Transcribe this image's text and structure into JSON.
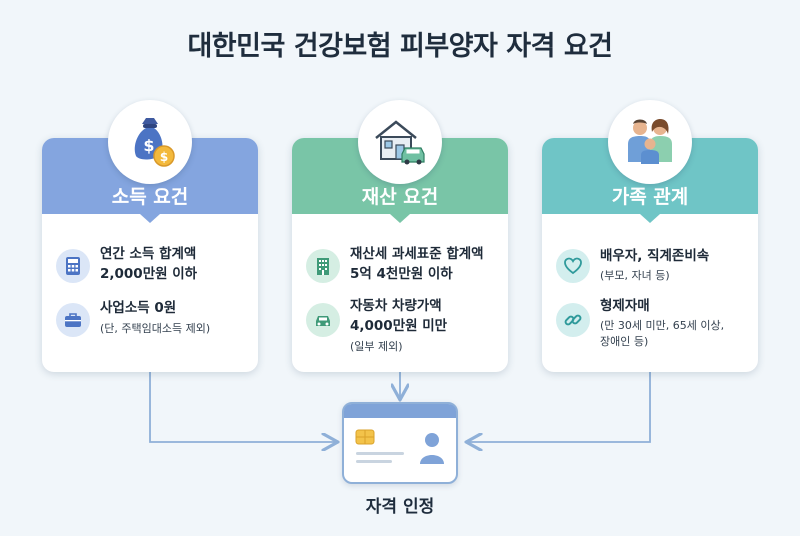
{
  "title": "대한민국 건강보험 피부양자 자격 요건",
  "cards": [
    {
      "heading": "소득 요건",
      "items": [
        {
          "lines": [
            "연간 소득 합계액",
            "2,000만원 이하"
          ],
          "note": ""
        },
        {
          "lines": [
            "사업소득 0원"
          ],
          "note": "(단, 주택임대소득 제외)"
        }
      ]
    },
    {
      "heading": "재산 요건",
      "items": [
        {
          "lines": [
            "재산세 과세표준 합계액",
            "5억 4천만원 이하"
          ],
          "note": ""
        },
        {
          "lines": [
            "자동차 차량가액",
            "4,000만원 미만"
          ],
          "note": "(일부 제외)"
        }
      ]
    },
    {
      "heading": "가족 관계",
      "items": [
        {
          "lines": [
            "배우자, 직계존비속"
          ],
          "note": "(부모, 자녀 등)"
        },
        {
          "lines": [
            "형제자매"
          ],
          "note": [
            "(만 30세 미만, 65세 이상,",
            "장애인 등)"
          ]
        }
      ]
    }
  ],
  "result": {
    "label": "자격 인정"
  },
  "colors": {
    "income": "#84a5df",
    "property": "#79c5a7",
    "family": "#6fc5c6",
    "arrow": "#8fb0d8",
    "card_blue_icon": "#4c74c4"
  },
  "icons": {
    "income": "money-bag-icon",
    "property": "house-car-icon",
    "family": "family-icon",
    "calculator": "calculator-icon",
    "briefcase": "briefcase-icon",
    "building": "building-icon",
    "car": "car-icon",
    "heart": "heart-icon",
    "link": "chain-link-icon",
    "id_card": "id-card-icon"
  }
}
